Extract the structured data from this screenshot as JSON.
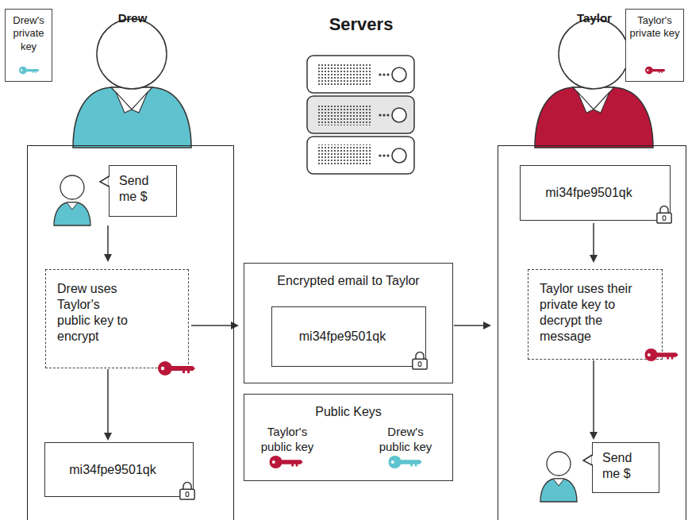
{
  "diagram": {
    "nodes": [
      {
        "text": [
          "Drew"
        ]
      },
      {
        "text": [
          "Drew's private key"
        ]
      },
      {
        "text": [
          "Send me $"
        ],
        "in": 0
      },
      {
        "text": [
          "Drew uses Taylor's public key to encrypt"
        ],
        "in": 0
      },
      {
        "text": [
          "mi34fpe9501qk"
        ],
        "in": 0
      },
      {
        "text": [
          "Encrypted email to Taylor"
        ]
      },
      {
        "text": [
          "mi34fpe9501qk"
        ],
        "in": 5
      },
      {
        "text": [
          "Public Keys",
          "Taylor's public key",
          "Drew's public key"
        ]
      },
      {
        "text": [
          "Taylor"
        ]
      },
      {
        "text": [
          "Taylor's private key"
        ]
      },
      {
        "text": [
          "mi34fpe9501qk"
        ],
        "in": 8
      },
      {
        "text": [
          "Taylor uses their private key to decrypt the message"
        ],
        "in": 8
      },
      {
        "text": [
          "Send me $"
        ],
        "in": 8
      }
    ],
    "edges": [
      {
        "from": 2,
        "to": 3,
        "arrow": "to"
      },
      {
        "from": 3,
        "to": 4,
        "arrow": "to"
      },
      {
        "from": 3,
        "to": 5,
        "arrow": "to"
      },
      {
        "from": 5,
        "to": 8,
        "arrow": "to"
      },
      {
        "from": 10,
        "to": 11,
        "arrow": "to"
      },
      {
        "from": 11,
        "to": 12,
        "arrow": "to"
      }
    ],
    "labels": [
      "Servers"
    ]
  }
}
